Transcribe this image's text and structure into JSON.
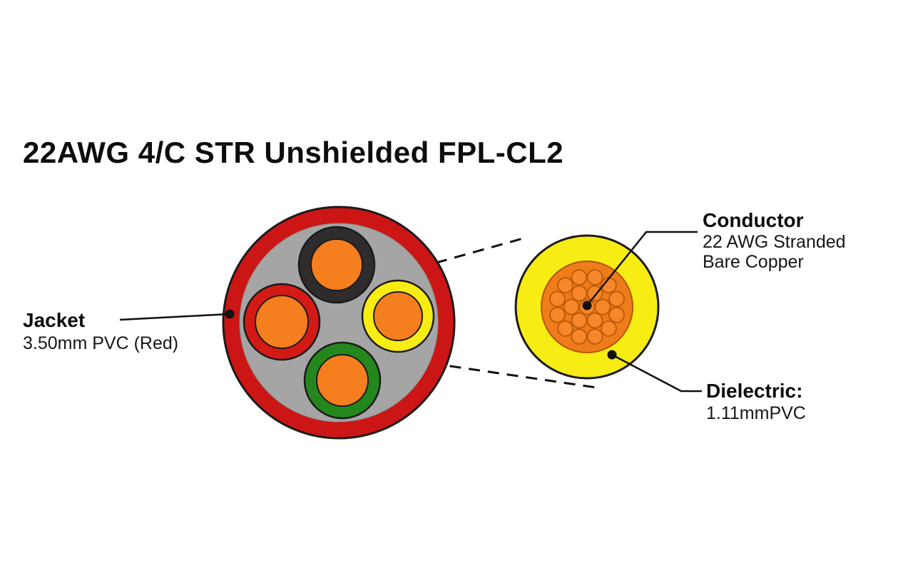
{
  "title": "22AWG 4/C STR Unshielded FPL-CL2",
  "labels": {
    "jacket": {
      "title": "Jacket",
      "line1": "3.50mm PVC (Red)"
    },
    "conductor": {
      "title": "Conductor",
      "line1": "22 AWG Stranded",
      "line2": "Bare Copper"
    },
    "dielectric": {
      "title": "Dielectric:",
      "line1": "1.11mmPVC"
    }
  },
  "colors": {
    "jacket_red": "#cc1615",
    "filler_gray": "#a5a5a5",
    "copper_orange": "#f57e1e",
    "insulation_black": "#2e2c2d",
    "insulation_red": "#d31a15",
    "insulation_yellow": "#f7ec13",
    "insulation_green": "#23871d",
    "dielectric_yellow": "#f7ec13",
    "copper_core": "#ef7c1a",
    "strand_orange": "#f6872b",
    "line_black": "#111111"
  }
}
